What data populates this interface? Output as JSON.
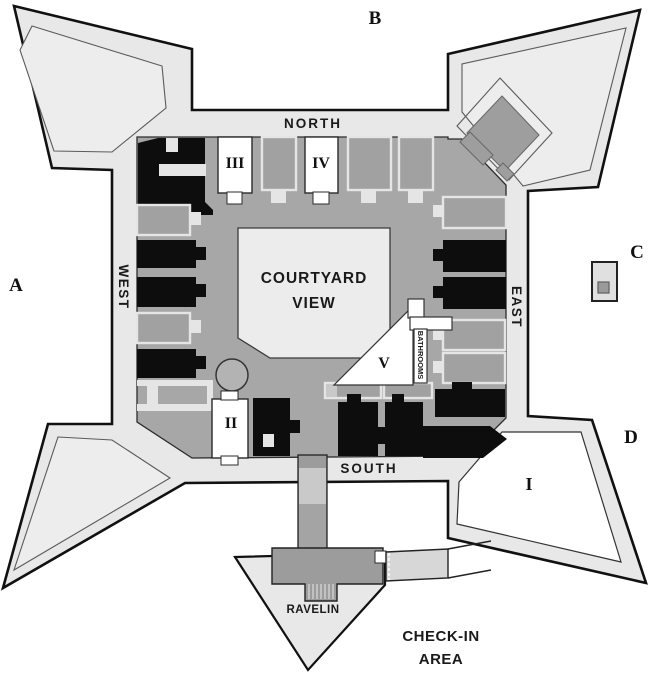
{
  "map": {
    "type": "fort-floor-plan",
    "corner_labels": {
      "a": "A",
      "b": "B",
      "c": "C",
      "d": "D"
    },
    "direction_labels": {
      "north": "NORTH",
      "south": "SOUTH",
      "east": "EAST",
      "west": "WEST"
    },
    "room_labels": {
      "i": "I",
      "ii": "II",
      "iii": "III",
      "iv": "IV",
      "v": "V"
    },
    "area_labels": {
      "courtyard_line1": "COURTYARD",
      "courtyard_line2": "VIEW",
      "bathrooms": "BATHROOMS",
      "ravelin": "RAVELIN",
      "checkin_line1": "CHECK-IN",
      "checkin_line2": "AREA"
    },
    "colors": {
      "background": "#ffffff",
      "rampart": "#e8e8e8",
      "floor": "#a7a7a7",
      "room_black": "#0d0d0d",
      "room_white": "#ffffff",
      "room_gray": "#a1a1a1",
      "courtyard": "#ececec",
      "outline": "#111111"
    }
  }
}
